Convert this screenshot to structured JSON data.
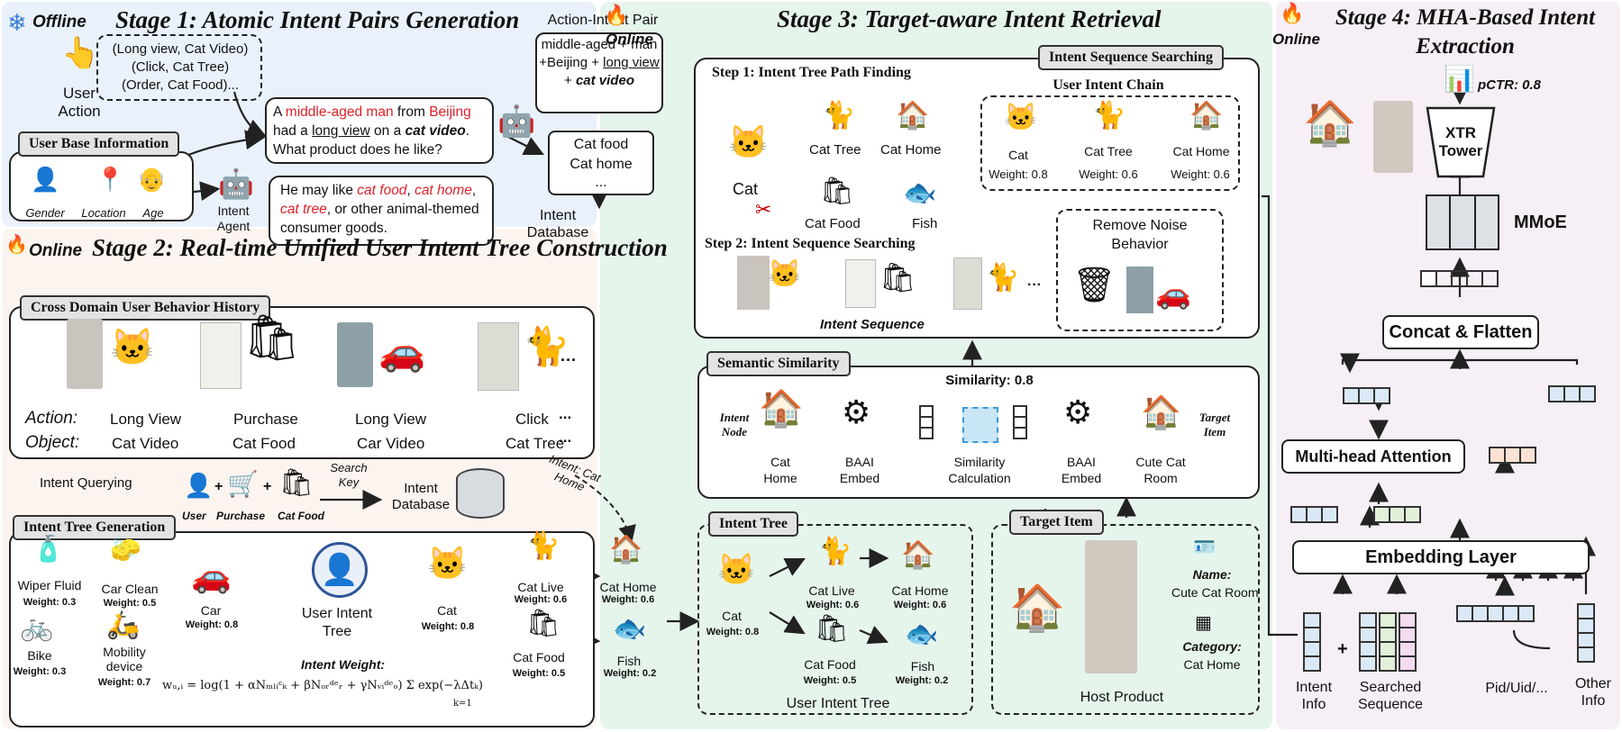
{
  "stage1": {
    "title": "Stage 1: Atomic Intent Pairs Generation",
    "mode": "Offline",
    "user_action": "User Action",
    "pairs": [
      "(Long view, Cat Video)",
      "(Click, Cat Tree)",
      "(Order, Cat Food)..."
    ],
    "user_base_tag": "User Base Information",
    "base_items": [
      "Gender",
      "Location",
      "Age"
    ],
    "prompt_parts": [
      "A ",
      "middle-aged man",
      " from ",
      "Beijing",
      " had a ",
      "long view",
      " on a ",
      "cat video",
      ". What product does he like?"
    ],
    "answer_parts": [
      "He may like ",
      "cat food",
      ", ",
      "cat home",
      ", ",
      "cat tree",
      ", or other animal-themed consumer goods."
    ],
    "agent_label": "Intent Agent",
    "pair_title": "Action-Intent Pair",
    "pair_text_parts": [
      "middle-aged + man +Beijing + ",
      "long view",
      " + ",
      "cat video"
    ],
    "products": [
      "Cat food",
      "Cat home",
      "..."
    ],
    "db_label": "Intent Database"
  },
  "stage2": {
    "title": "Stage 2: Real-time Unified User Intent Tree Construction",
    "mode": "Online",
    "history_tag": "Cross Domain User Behavior History",
    "action_label": "Action:",
    "object_label": "Object:",
    "actions": [
      "Long View",
      "Purchase",
      "Long View",
      "Click",
      "..."
    ],
    "objects": [
      "Cat Video",
      "Cat Food",
      "Car Video",
      "Cat Tree",
      "..."
    ],
    "querying_label": "Intent Querying",
    "query_items": [
      "User",
      "Purchase",
      "Cat Food"
    ],
    "search_key": "Search Key",
    "db_label": "Intent Database",
    "intent_result": "Intent: Cat Home",
    "tree_tag": "Intent Tree Generation",
    "root_label": "User Intent Tree",
    "nodes": [
      {
        "name": "Wiper Fluid",
        "weight": "Weight: 0.3"
      },
      {
        "name": "Car Clean",
        "weight": "Weight: 0.5"
      },
      {
        "name": "Car",
        "weight": "Weight: 0.8"
      },
      {
        "name": "Bike",
        "weight": "Weight: 0.3"
      },
      {
        "name": "Mobility device",
        "weight": "Weight: 0.7"
      },
      {
        "name": "Cat",
        "weight": "Weight: 0.8"
      },
      {
        "name": "Cat Live",
        "weight": "Weight: 0.6"
      },
      {
        "name": "Cat Home",
        "weight": "Weight: 0.6"
      },
      {
        "name": "Cat Food",
        "weight": "Weight: 0.5"
      },
      {
        "name": "Fish",
        "weight": "Weight: 0.2"
      }
    ],
    "weight_title": "Intent Weight:",
    "formula": "wᵤ,ᵢ = log(1 + αNₘₗᵢᶜₖ + βNₒᵣᵈᵉᵣ + γNᵥᵢᵈᵉₒ) Σ exp(−λΔtₖ)",
    "formula_sum": "k=1"
  },
  "stage3": {
    "title": "Stage 3: Target-aware Intent Retrieval",
    "mode": "Online",
    "search_tag": "Intent Sequence Searching",
    "step1": "Step 1: Intent Tree Path Finding",
    "step2": "Step 2: Intent Sequence Searching",
    "chain_title": "User Intent Chain",
    "chain": [
      {
        "name": "Cat",
        "weight": "Weight: 0.8"
      },
      {
        "name": "Cat Tree",
        "weight": "Weight: 0.6"
      },
      {
        "name": "Cat Home",
        "weight": "Weight: 0.6"
      }
    ],
    "path_nodes": [
      "Cat",
      "Cat Tree",
      "Cat Home",
      "Cat Food",
      "Fish"
    ],
    "noise_title": "Remove Noise Behavior",
    "sequence_label": "Intent Sequence",
    "sim_tag": "Semantic Similarity",
    "sim_score": "Similarity: 0.8",
    "intent_node": "Intent Node",
    "target_item": "Target Item",
    "sim_labels": [
      "Cat Home",
      "BAAI Embed",
      "Similarity Calculation",
      "BAAI Embed",
      "Cute Cat Room"
    ],
    "tree_tag": "Intent Tree",
    "tree_nodes": [
      {
        "name": "Cat",
        "weight": "Weight: 0.8"
      },
      {
        "name": "Cat Live",
        "weight": "Weight: 0.6"
      },
      {
        "name": "Cat Home",
        "weight": "Weight: 0.6"
      },
      {
        "name": "Cat Food",
        "weight": "Weight: 0.5"
      },
      {
        "name": "Fish",
        "weight": "Weight: 0.2"
      }
    ],
    "tree_caption": "User Intent Tree",
    "target_tag": "Target Item",
    "name_label": "Name:",
    "name_value": "Cute Cat Room",
    "category_label": "Category:",
    "category_value": "Cat Home",
    "host_label": "Host Product"
  },
  "stage4": {
    "title_line1": "Stage 4: MHA-Based Intent",
    "title_line2": "Extraction",
    "mode": "Online",
    "pctr": "pCTR: 0.8",
    "xtr": "XTR Tower",
    "mmoe": "MMoE",
    "concat": "Concat & Flatten",
    "mha": "Multi-head Attention",
    "embedding": "Embedding Layer",
    "inputs": [
      "Intent Info",
      "Searched Sequence",
      "Pid/Uid/...",
      "Other Info"
    ],
    "plus": "+"
  }
}
